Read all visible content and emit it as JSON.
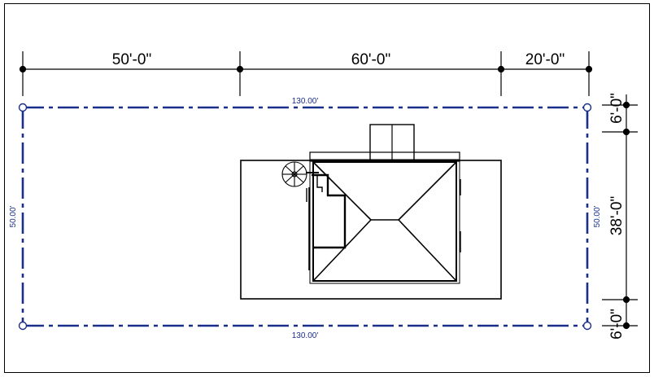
{
  "top_dimensions": [
    "50'-0\"",
    "60'-0\"",
    "20'-0\""
  ],
  "right_dimensions": [
    "6'-0\"",
    "38'-0\"",
    "6'-0\""
  ],
  "boundary_labels": {
    "top": "130.00'",
    "bottom": "130.00'",
    "left": "50.00'",
    "right": "50.00'"
  },
  "colors": {
    "boundary": "#1a2f8a",
    "lines": "#000000",
    "background": "#ffffff"
  }
}
